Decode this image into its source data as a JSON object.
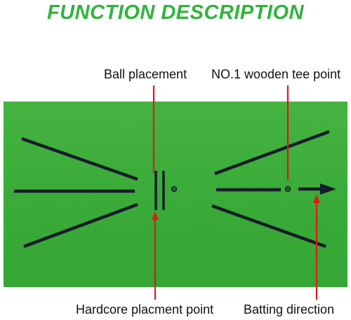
{
  "title": "FUNCTION DESCRIPTION",
  "labels": {
    "ball_placement": "Ball placement",
    "tee_point": "NO.1 wooden tee point",
    "hardcore_point": "Hardcore placment point",
    "batting_direction": "Batting direction"
  },
  "colors": {
    "title": "#2fb53c",
    "mat": "#3fae3c",
    "mat_lines": "#151c2a",
    "pointer": "#e01818"
  },
  "icons": [
    "ball-marker-icon",
    "tee-marker-icon",
    "direction-arrow-icon"
  ]
}
